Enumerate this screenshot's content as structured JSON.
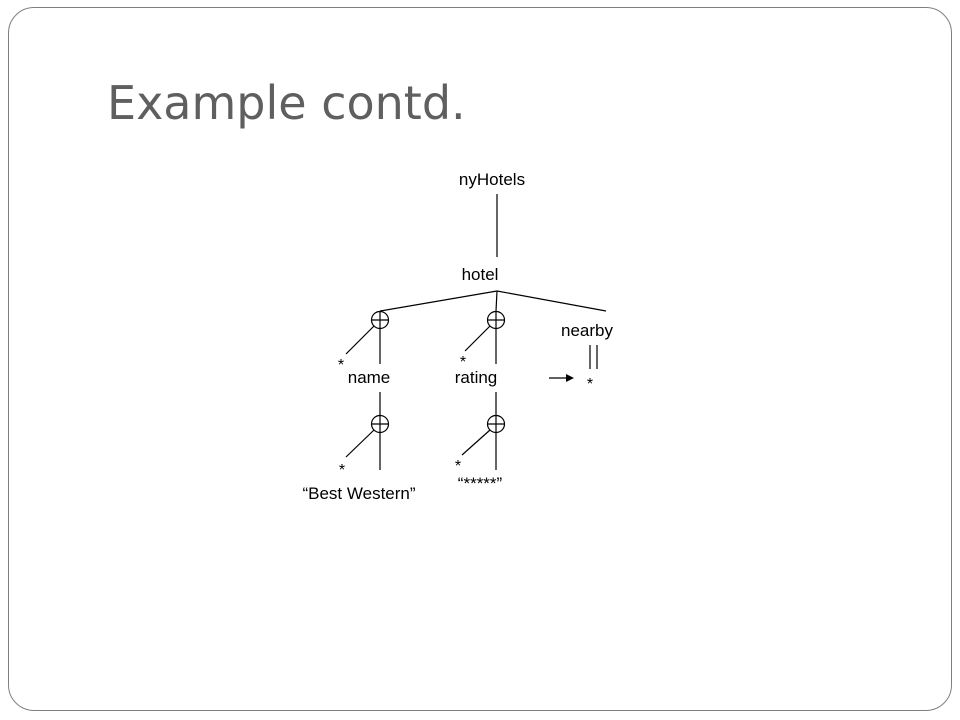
{
  "slide": {
    "title": "Example contd."
  },
  "diagram": {
    "nodes": {
      "root": "nyHotels",
      "hotel": "hotel",
      "nearby": "nearby",
      "name": "name",
      "rating": "rating",
      "name_value": "“Best Western”",
      "rating_value": "“*****”"
    },
    "stars": {
      "name_star": "*",
      "rating_star": "*",
      "name_value_star": "*",
      "rating_value_star": "*",
      "nearby_star": "*"
    },
    "icons": {
      "alternation": "circle-plus-icon",
      "reference": "arrow-right-icon",
      "double_edge": "double-line-icon"
    },
    "colors": {
      "title": "#5f5f5f",
      "frame": "#7f7f7f",
      "lines": "#000000"
    }
  }
}
